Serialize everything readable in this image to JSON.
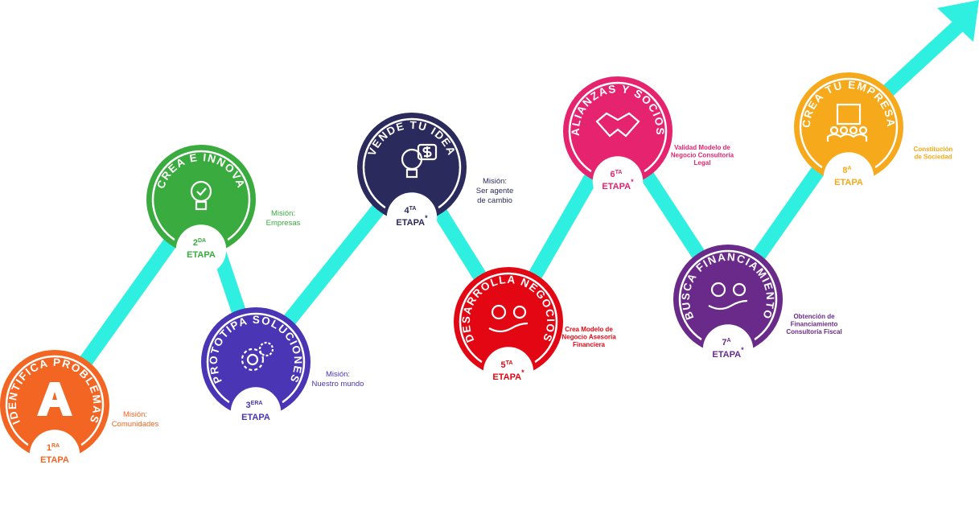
{
  "path_color": "#2ff0e0",
  "stages": [
    {
      "title": "IDENTIFICA PROBLEMAS",
      "num": "1",
      "sup": "RA",
      "etapa": "ETAPA",
      "star": "",
      "mission": [
        "Misión:",
        "Comunidades"
      ],
      "color": "#f26522",
      "icon": "letter-a-icon"
    },
    {
      "title": "CREA E INNOVA",
      "num": "2",
      "sup": "DA",
      "etapa": "ETAPA",
      "star": "",
      "mission": [
        "Misión:",
        "Empresas"
      ],
      "color": "#3aab3e",
      "icon": "lightbulb-icon"
    },
    {
      "title": "PROTOTIPA SOLUCIONES",
      "num": "3",
      "sup": "ERA",
      "etapa": "ETAPA",
      "star": "",
      "mission": [
        "Misión:",
        "Nuestro mundo"
      ],
      "color": "#4a35b5",
      "icon": "gears-icon"
    },
    {
      "title": "VENDE TU IDEA",
      "num": "4",
      "sup": "TA",
      "etapa": "ETAPA",
      "star": "*",
      "mission": [
        "Misión:",
        "Ser agente",
        "de cambio"
      ],
      "color": "#2b2a5c",
      "icon": "idea-money-icon"
    },
    {
      "title": "DESARROLLA NEGOCIOS",
      "num": "5",
      "sup": "TA",
      "etapa": "ETAPA",
      "star": "*",
      "mission": [
        "Crea Modelo de",
        "Negocio Asesoría",
        "Financiera"
      ],
      "color": "#e30613",
      "icon": "hand-money-icon"
    },
    {
      "title": "ALIANZAS Y SOCIOS",
      "num": "6",
      "sup": "TA",
      "etapa": "ETAPA",
      "star": "*",
      "mission": [
        "Validad Modelo de",
        "Negocio Consultoría",
        "Legal"
      ],
      "color": "#e5236f",
      "icon": "handshake-icon"
    },
    {
      "title": "BUSCA FINANCIAMIENTO",
      "num": "7",
      "sup": "A",
      "etapa": "ETAPA",
      "star": "*",
      "mission": [
        "Obtención de",
        "Financiamiento",
        "Consultoría Fiscal"
      ],
      "color": "#6a2a8a",
      "icon": "plant-money-icon"
    },
    {
      "title": "CREA TU EMPRESA",
      "num": "8",
      "sup": "A",
      "etapa": "ETAPA",
      "star": "",
      "mission": [
        "Constitución",
        "de Sociedad"
      ],
      "color": "#f5a91b",
      "icon": "building-icon"
    }
  ]
}
